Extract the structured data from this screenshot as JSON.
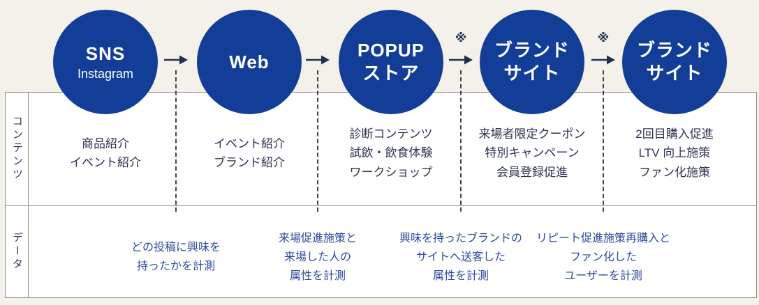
{
  "diagram": {
    "background_color": "#f4f1ea",
    "circle_color": "#123e98",
    "content_text_color": "#2d3452",
    "data_text_color": "#2a4a9c",
    "note_symbol": "※",
    "row_labels": {
      "contents": "コンテンツ",
      "data": "データ"
    },
    "stages": [
      {
        "title": "SNS",
        "subtitle": "Instagram",
        "contents": [
          "商品紹介",
          "イベント紹介"
        ]
      },
      {
        "title": "Web",
        "contents": [
          "イベント紹介",
          "ブランド紹介"
        ]
      },
      {
        "title": "POPUP",
        "title2": "ストア",
        "contents": [
          "診断コンテンツ",
          "試飲・飲食体験",
          "ワークショップ"
        ]
      },
      {
        "title": "ブランド",
        "title2": "サイト",
        "contents": [
          "来場者限定クーポン",
          "特別キャンペーン",
          "会員登録促進"
        ]
      },
      {
        "title": "ブランド",
        "title2": "サイト",
        "contents": [
          "2回目購入促進",
          "LTV 向上施策",
          "ファン化施策"
        ]
      }
    ],
    "transitions": [
      {
        "note": ""
      },
      {
        "note": ""
      },
      {
        "note": "※"
      },
      {
        "note": "※"
      }
    ],
    "measurements": [
      {
        "lines": [
          "どの投稿に興味を",
          "持ったかを計測"
        ]
      },
      {
        "lines": [
          "来場促進施策と",
          "来場した人の",
          "属性を計測"
        ]
      },
      {
        "lines": [
          "興味を持ったブランドの",
          "サイトへ送客した",
          "属性を計測"
        ]
      },
      {
        "lines": [
          "リピート促進施策再購入と",
          "ファン化した",
          "ユーザーを計測"
        ]
      }
    ]
  }
}
